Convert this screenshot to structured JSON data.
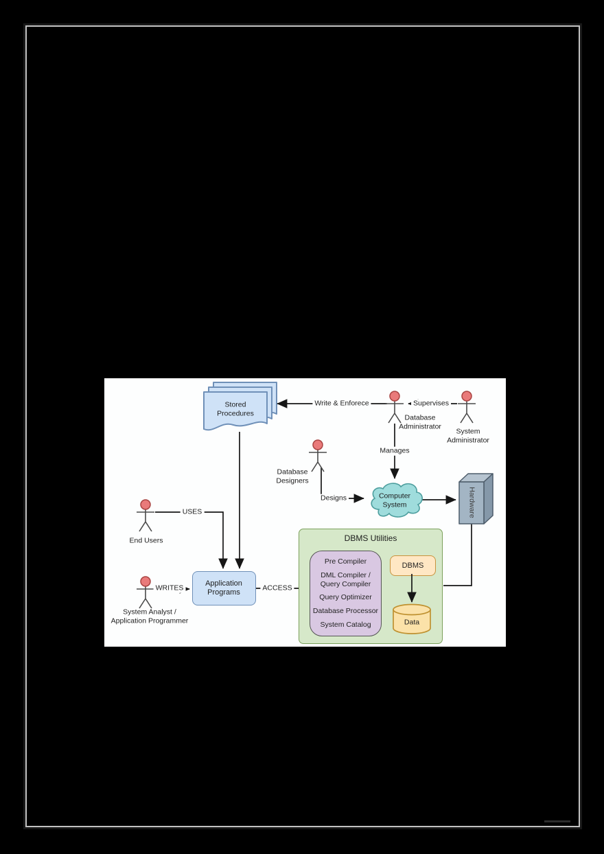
{
  "page": {
    "type": "scanned document page with embedded diagram"
  },
  "diagram": {
    "stored_procedures": {
      "label": "Stored\nProcedures"
    },
    "actors": {
      "database_administrator": {
        "label": "Database\nAdministrator"
      },
      "system_administrator": {
        "label": "System\nAdministrator"
      },
      "database_designers": {
        "label": "Database\nDesigners"
      },
      "end_users": {
        "label": "End Users"
      },
      "system_analyst": {
        "label": "System Analyst /\nApplication Programmer"
      }
    },
    "edges": {
      "write_enforce": "Write & Enforece",
      "supervises": "Supervises",
      "manages": "Manages",
      "designs": "Designs",
      "uses": "USES",
      "writes": "WRITES",
      "access": "ACCESS"
    },
    "computer_system": {
      "label": "Computer\nSystem"
    },
    "hardware": {
      "label": "Hardware"
    },
    "application_programs": {
      "label": "Application\nPrograms"
    },
    "dbms_utilities": {
      "title": "DBMS Utilities",
      "components": [
        "Pre Compiler",
        "DML Compiler / Query Compiler",
        "Query Optimizer",
        "Database Processor",
        "System Catalog"
      ],
      "dbms_label": "DBMS",
      "data_label": "Data"
    },
    "colors": {
      "page_background": "#000000",
      "page_border": "#c2c2c2",
      "diagram_background": "#fdfefe",
      "blue_shape_fill": "#cfe2f7",
      "blue_shape_border": "#6f90b8",
      "green_box_fill": "#d6e8c9",
      "green_box_border": "#7ba05b",
      "purple_box_fill": "#d9c8e2",
      "orange_box_fill": "#ffe7c4",
      "orange_box_border": "#c8923c",
      "data_cylinder_fill": "#fbe2a9",
      "data_cylinder_border": "#bf9130",
      "cloud_fill": "#9fdcdc",
      "cloud_border": "#4d9e9e",
      "hardware_front_fill": "#a3b5c4",
      "hardware_top_fill": "#b6c4d0",
      "hardware_side_fill": "#8598a9",
      "actor_head_fill": "#e97a7a",
      "actor_head_border": "#a94442",
      "line_color": "#161616"
    }
  }
}
